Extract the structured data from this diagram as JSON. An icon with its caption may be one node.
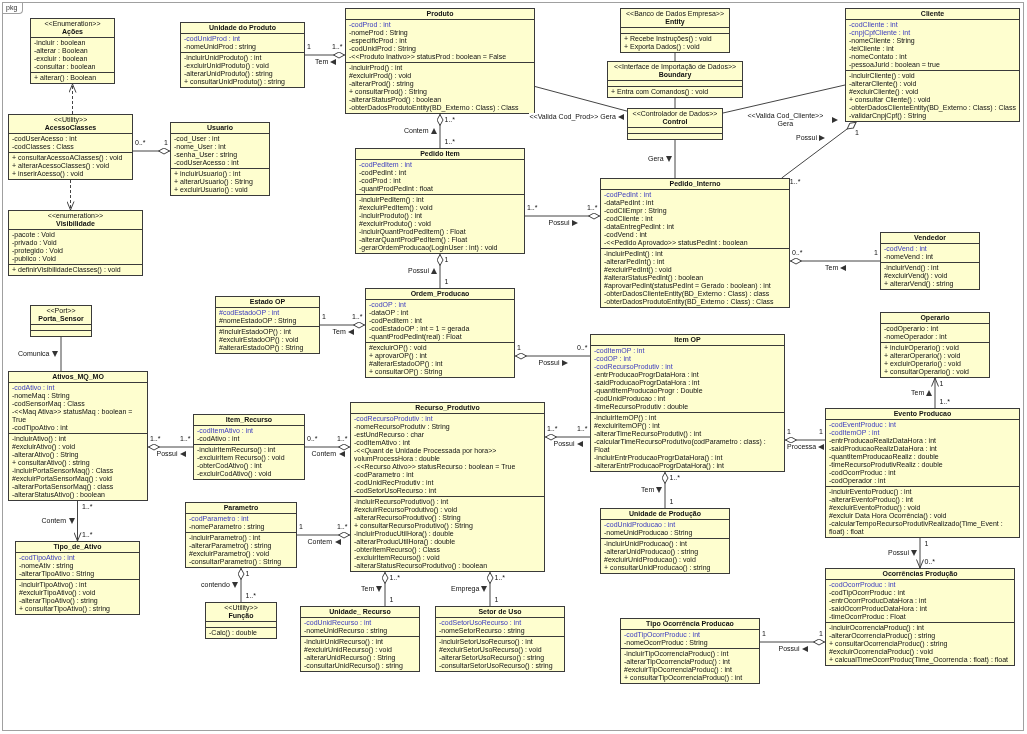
{
  "diagram": {
    "nodes": [
      {
        "text": [
          "pkg"
        ]
      },
      {
        "text": [
          "Unidade do Produto",
          "-codUnidProd : int",
          "-nomeUnidProd : string",
          "-incluirUnidProduto() : int",
          "-excluirUnidProduto() : void",
          "-alterarUnidProduto() : string",
          "+ consultarUnidProduto() : string"
        ],
        "in": 0
      },
      {
        "text": [
          "Produto",
          "-codProd : int",
          "-nomeProd : String",
          "-especificProd : int",
          "-codUnidProd : String",
          "-<<Produto Inativo>> statusProd : boolean = False",
          "-incluirProd() : int",
          "#excluirProd() : void",
          "-alterarProd() : string",
          "+ consultarProd() : String",
          "-alterarStatusProd() : boolean",
          "-obterDadosProdutoEntity(BD_Externo : Class) : Class"
        ],
        "in": 0
      },
      {
        "text": [
          "<<Banco de Dados Empresa>>",
          "Entity",
          "+ Recebe Instruções() : void",
          "+ Exporta Dados() : void"
        ],
        "in": 0
      },
      {
        "text": [
          "<<Interface de Importação de Dados>>",
          "Boundary",
          "+ Entra com Comandos() : void"
        ],
        "in": 0
      },
      {
        "text": [
          "<<Controlador de Dados>>",
          "Control"
        ],
        "in": 0
      },
      {
        "text": [
          "Cliente",
          "-codCliente : int",
          "-cnpjCpfCliente : int",
          "-nomeCliente : String",
          "-telCliente : int",
          "-nomeContato : int",
          "-pessoaJurid : boolean = true",
          "-incluirCliente() : void",
          "-alterarCliente() : void",
          "#excluirCliente() : void",
          "+ consultar Cliente() : void",
          "-obterDadosClienteEntity(BD_Externo : Class) : Class",
          "-validarCnpjCpf() : String"
        ],
        "in": 0
      },
      {
        "text": [
          "Pedido Item",
          "-codPedItem : int",
          "-codPedInt : int",
          "-codProd : int",
          "-quantProdPedInt : float",
          "-incluirPedItem() : int",
          "#excluirPedItem() : void",
          "-incluirProduto() : int",
          "#excluirProduto() : void",
          "-incluirQuantProdPedItem() : Float",
          "-alterarQuantProdPedItem() : Float",
          "-gerarOrdemProducao(LoginUser : int) : void"
        ],
        "in": 0
      },
      {
        "text": [
          "Pedido_Interno",
          "-codPedInt : int",
          "-dataPedInt : int",
          "-codCliEmpr : String",
          "-codCliente : int",
          "-dataEntregPedInt : int",
          "-codVend : int",
          "-<<Pedido Aprovado>> statusPedInt : boolean",
          "-incluirPedInt() : int",
          "-alterarPedInt() : int",
          "#excluirPedInt() : void",
          "#alterarStatusPedInt() : boolean",
          "#aprovarPedInt(statusPedInt = Gerado : boolean) : int",
          "-obterDadosClienteEntity(BD_Externo : Class) : class",
          "-obterDadosProdutoEntity(BD_Externo : Class) : Class"
        ],
        "in": 0
      },
      {
        "text": [
          "Vendedor",
          "-codVend : int",
          "-nomeVend : int",
          "-incluirVend() : int",
          "#excluirVend() : void",
          "+ alterarVend() : string"
        ],
        "in": 0
      },
      {
        "text": [
          "Estado OP",
          "#codEstadoOP : int",
          "#nomeEstadoOP : String",
          "#incluirEstadoOP() : int",
          "#excluirEstadoOP() : void",
          "#alterarEstadoOP() : String"
        ],
        "in": 0
      },
      {
        "text": [
          "Ordem_Producao",
          "-codOP : int",
          "-dataOP : int",
          "-codPedItem : int",
          "-codEstadoOP : int = 1 = gerada",
          "-quantProdPedInt(real) : Float",
          "#excluirOP() : void",
          "+ aprovarOP() : int",
          "#alterarEstadoOP() : int",
          "+ consultarOP() : String"
        ],
        "in": 0
      },
      {
        "text": [
          "<<Port>>",
          "Porta_Sensor"
        ],
        "in": 0
      },
      {
        "text": [
          "Ativos_MQ_MO",
          "-codAtivo : int",
          "-nomeMaq : String",
          "-codSensorMaq : Class",
          "-<<Maq Ativa>> statusMaq : boolean = True",
          "-codTipoAtivo : int",
          "-incluirAtivo() : int",
          "#excluirAtivo() : void",
          "-alterarAtivo() : String",
          "+ consultarAtivo() : string",
          "-incluirPortaSensorMaq() : Class",
          "#excluirPortaSensorMaq() : void",
          "-alterarPortaSensorMaq() : class",
          "-alterarStatusAtivo() : boolean"
        ],
        "in": 0
      },
      {
        "text": [
          "Item_Recurso",
          "-codItemAtivo : int",
          "-codAtivo : int",
          "-incluirItemRecurso() : int",
          "-excluirItem Recurso() : void",
          "-obterCodAtivo() : int",
          "-excluirCodAtivo() : void"
        ],
        "in": 0
      },
      {
        "text": [
          "Recurso_Produtivo",
          "-codRecursoProdutiv : int",
          "-nomeRecursoProdutiv : String",
          "-estUndRecurso : char",
          "-codItemAtivo : int",
          "-<<Quant de Unidade Processada por hora>> volumProcessHora : double",
          "-<<Recurso Ativo>> statusRecurso : boolean = True",
          "-codParametro : int",
          "-codUnidRecProdutiv : int",
          "-codSetorUsoRecurso : int",
          "-incluirRecursoProdutivo() : int",
          "#excluirRecursoProdutivo() : void",
          "-alterarRecursoProdutivo() : String",
          "+ consultarRecursoProdutivo() : String",
          "-incluirProducUtilHora() : double",
          "-alterarProducUtilHora() : double",
          "-obterItemRecurso() : Class",
          "-excluirItemRecurso() : void",
          "-alterarStatusRecursoProdutivo() : boolean"
        ],
        "in": 0
      },
      {
        "text": [
          "Item OP",
          "-codItemOP : int",
          "-codOP : int",
          "-codRecursoProdutiv : int",
          "-entrProducaoProgrDataHora : int",
          "-saidProducaoProgrDataHora : int",
          "-quantItemProducaoProgr : Double",
          "-codUnidProducao : int",
          "-timeRecursoProdutiv : double",
          "-incluirItemOP() : int",
          "#excluirItemOP() : int",
          "-alterarTimeRecursoProdutiv() : int",
          "-calcularTimeRecursoProdutivo(codParametro : class) : Float",
          "-incluirEntrProducaoProgrDataHora() : int",
          "-alterarEntrProducaoProgrDataHora() : int"
        ],
        "in": 0
      },
      {
        "text": [
          "Unidade de Produção",
          "-codUnidProducao : int",
          "-nomeUnidProducao : String",
          "-incluirUnidProducao() : int",
          "-alterarUnidProducao() : string",
          "#excluirUnidProducao() : void",
          "+ consultarUnidProducao() : string"
        ],
        "in": 0
      },
      {
        "text": [
          "<<Enumeration>>",
          "Ações",
          "-incluir : boolean",
          "-alterar : Boolean",
          "-excluir : boolean",
          "-consultar : boolean",
          "+ alterar() : Boolean"
        ],
        "in": 0
      },
      {
        "text": [
          "Tipo_de_Ativo",
          "-codTipoAtivo : int",
          "-nomeAtiv : string",
          "-alterarTipoAtivo : String",
          "-incluirTipoAtivo() : int",
          "#excluirTipoAtivo() : void",
          "-alterarTipoAtivo() : string",
          "+ consultarTipoAtivo() : string"
        ],
        "in": 0
      },
      {
        "text": [
          "Parametro",
          "-codParametro : int",
          "-nomeParametro : string",
          "-incluirParametro() : int",
          "-alterarParametro() : string",
          "#excluirParametro() : void",
          "-consultarParametro() : String"
        ],
        "in": 0
      },
      {
        "text": [
          "Unidade_ Recurso",
          "-codUnidRecurso : int",
          "-nomeUnidRecurso : string",
          "-incluirUnidRecurso() : int",
          "#excluirUnidRecurso() : void",
          "-alterarUnidRecurso() : String",
          "-consultarUnidRecurso() : string"
        ],
        "in": 0
      },
      {
        "text": [
          "Setor de Uso",
          "-codSetorUsoRecurso : int",
          "-nomeSetorRecurso : string",
          "-incluirSetorUsoRecurso() : int",
          "#excluirSetorUsoRecurso() : void",
          "-alterarSetorUsoRecurso() : string",
          "-consultarSetorUsoRecurso() : string"
        ],
        "in": 0
      },
      {
        "text": [
          "Evento Producao",
          "-codEventProduc : int",
          "-codItemOP : int",
          "-entrProducaoRealizDataHora : int",
          "-saidProducaoRealizDataHora : int",
          "-quantItemProducaoRealiz : double",
          "-timeRecursoProdutivRealiz : double",
          "-codOcorrProduc : int",
          "-codOperador : int",
          "-incluirEventoProduc() : int",
          "-alterarEventoProduc() : int",
          "#excluirEventoProduc() : void",
          "#excluir Data Hora Ocorrência() : void",
          "-calcularTempoRecursoProdutivRealizado(Time_Event : float) : float"
        ],
        "in": 0
      },
      {
        "text": [
          "Operario",
          "-codOperario : int",
          "-nomeOperador : int",
          "+ incluirOperario() : void",
          "+ alterarOperario() : void",
          "+ excluirOperario() : void",
          "+ consultarOperario() : void"
        ],
        "in": 0
      },
      {
        "text": [
          "Usuario",
          "-cod_User : int",
          "-nome_User : int",
          "-senha_User : string",
          "-codUserAcesso : int",
          "+ incluirUsuario() : int",
          "+ alterarUsuario() : String",
          "+ excluirUsuario() : void"
        ],
        "in": 0
      },
      {
        "text": [
          "<<Utility>>",
          "AcessoClasses",
          "-codUserAcesso : int",
          "-codClasses : Class",
          "+ consultarAcessoAClasses() : void",
          "+ alterarAcessoClasses() : void",
          "+ inserirAcesso() : void"
        ],
        "in": 0
      },
      {
        "text": [
          "<<Utility>>",
          "Função",
          "-Calc() : double"
        ],
        "in": 0
      },
      {
        "text": [
          "<<enumeration>>",
          "Visibilidade",
          "-pacote : Void",
          "-privado : Void",
          "-protegido : Void",
          "-publico : Void",
          "+ definirVisibilidadeClasses() : void"
        ],
        "in": 0
      },
      {
        "text": [
          "Ocorrências Produção",
          "-codOcorrProduc : int",
          "-codTipOcorrProduc : int",
          "-entrOcorrProducDataHora : int",
          "-saidOcorrProducDataHora : int",
          "-timeOcorrProduc : Float",
          "-incluirOcorrenciaProduc() : int",
          "-alterarOcorrenciaProduc() : string",
          "+ consultarOcorrenciaProduc() : string",
          "#excluirOcorrenciaProduc() : void",
          "+ calcualTimeOcorrProduc(Time_Ocorrencia : float) : float"
        ],
        "in": 0
      },
      {
        "text": [
          "Tipo Ocorrência Producao",
          "-codTipOcorrProduc : int",
          "-nomeOcorrProduc : String",
          "-incluirTipOcorrenciaProduc() : int",
          "-alterarTipOcorrenciaProduc() : int",
          "#excluirTipOcorrenciaProduc() : int",
          "+ consultarTipOcorrenciaProduc() : int"
        ],
        "in": 0
      }
    ],
    "edges": [
      {
        "from": 3,
        "to": 4,
        "arrow": "none"
      },
      {
        "from": 4,
        "to": 5,
        "arrow": "none"
      },
      {
        "from": 1,
        "to": 2,
        "arrow": "other",
        "label": "Tem"
      },
      {
        "from": 5,
        "to": 2,
        "arrow": "none",
        "label": "<<Valida Cod_Prod>> Gera"
      },
      {
        "from": 5,
        "to": 6,
        "arrow": "none",
        "label": "<<Valida Cod_Cliente>> Gera"
      },
      {
        "from": 7,
        "to": 2,
        "arrow": "other",
        "label": "Contem"
      },
      {
        "from": 5,
        "to": 8,
        "arrow": "none",
        "label": "Gera"
      },
      {
        "from": 8,
        "to": 6,
        "arrow": "other",
        "label": "Possui"
      },
      {
        "from": 7,
        "to": 8,
        "arrow": "other",
        "label": "Possui"
      },
      {
        "from": 9,
        "to": 8,
        "arrow": "other",
        "label": "Tem"
      },
      {
        "from": 11,
        "to": 7,
        "arrow": "other",
        "label": "Possui"
      },
      {
        "from": 10,
        "to": 11,
        "arrow": "other",
        "label": "Tem"
      },
      {
        "from": 16,
        "to": 11,
        "arrow": "other",
        "label": "Possui"
      },
      {
        "from": 12,
        "to": 13,
        "arrow": "none",
        "label": "Comunica"
      },
      {
        "from": 14,
        "to": 13,
        "arrow": "other",
        "label": "Possui"
      },
      {
        "from": 14,
        "to": 15,
        "arrow": "other",
        "label": "Contem"
      },
      {
        "from": 16,
        "to": 15,
        "arrow": "other",
        "label": "Possui"
      },
      {
        "from": 17,
        "to": 16,
        "arrow": "other",
        "label": "Tem"
      },
      {
        "from": 13,
        "to": 19,
        "arrow": "to",
        "label": "Contem"
      },
      {
        "from": 20,
        "to": 15,
        "arrow": "other",
        "label": "Contem"
      },
      {
        "from": 21,
        "to": 15,
        "arrow": "other",
        "label": "Tem"
      },
      {
        "from": 22,
        "to": 15,
        "arrow": "other",
        "label": "Emprega"
      },
      {
        "from": 23,
        "to": 16,
        "arrow": "other",
        "label": "Processa"
      },
      {
        "from": 27,
        "to": 20,
        "arrow": "other",
        "label": "contendo"
      },
      {
        "from": 23,
        "to": 24,
        "arrow": "to",
        "label": "Tem"
      },
      {
        "from": 26,
        "to": 25,
        "arrow": "other"
      },
      {
        "from": 26,
        "to": 18,
        "arrow": "to",
        "style": "dashed"
      },
      {
        "from": 26,
        "to": 28,
        "arrow": "to",
        "style": "dashed"
      },
      {
        "from": 23,
        "to": 29,
        "arrow": "to",
        "label": "Possui"
      },
      {
        "from": 30,
        "to": 29,
        "arrow": "other",
        "label": "Possui"
      }
    ],
    "labels": [
      "1",
      "1..*",
      "1..*",
      "1..*",
      "1..*",
      "1",
      "1..*",
      "1..*",
      "1",
      "0..*",
      "1",
      "1",
      "1",
      "1..*",
      "1",
      "0..*",
      "1..*",
      "1..*",
      "0..*",
      "1..*",
      "1..*",
      "1..*",
      "1..*",
      "1",
      "1..*",
      "1..*",
      "1..*",
      "1",
      "1..*",
      "1",
      "1..*",
      "1",
      "1",
      "1",
      "1",
      "1..*",
      "1..*",
      "1",
      "1",
      "0..*",
      "1",
      "0..*",
      "1",
      "1"
    ]
  }
}
